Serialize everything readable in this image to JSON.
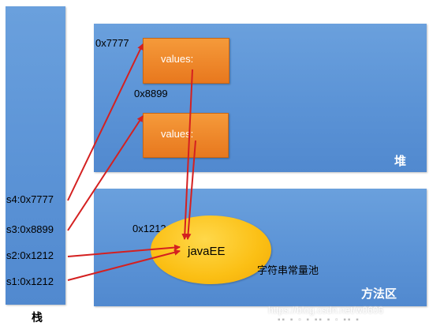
{
  "regions": {
    "heap": "堆",
    "method_area": "方法区",
    "stack": "栈"
  },
  "objects": [
    {
      "label": "values:"
    },
    {
      "label": "values:"
    }
  ],
  "addresses": {
    "obj1": "0x7777",
    "obj2": "0x8899",
    "pool_entry": "0x1212"
  },
  "string_pool": {
    "value": "javaEE",
    "label": "字符串常量池"
  },
  "stack_vars": {
    "s4": "s4:0x7777",
    "s3": "s3:0x8899",
    "s2": "s2:0x1212",
    "s1": "s1:0x1212"
  },
  "watermark": {
    "url": "https://blog.csdn.net/w0606"
  },
  "colors": {
    "region_blue": "#5b93d6",
    "object_orange": "#ee8020",
    "pool_yellow": "#fbbf14",
    "arrow_red": "#d42020"
  }
}
